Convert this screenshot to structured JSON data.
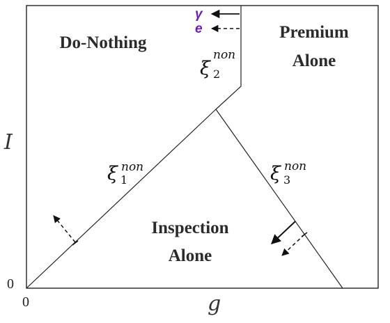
{
  "regions": {
    "do_nothing": "Do-Nothing",
    "premium_alone": [
      "Premium",
      "Alone"
    ],
    "inspection_alone": [
      "Inspection",
      "Alone"
    ]
  },
  "curves": {
    "xi1": {
      "symbol": "ξ",
      "sup": "non",
      "sub": "1"
    },
    "xi2": {
      "symbol": "ξ",
      "sup": "non",
      "sub": "2"
    },
    "xi3": {
      "symbol": "ξ",
      "sup": "non",
      "sub": "3"
    }
  },
  "axes": {
    "x_label": "g",
    "y_label": "I",
    "x_origin": "0",
    "y_origin": "0"
  },
  "legend": {
    "solid_letter": "γ",
    "dashed_letter": "e",
    "letter_color": "#6a1fb0"
  }
}
